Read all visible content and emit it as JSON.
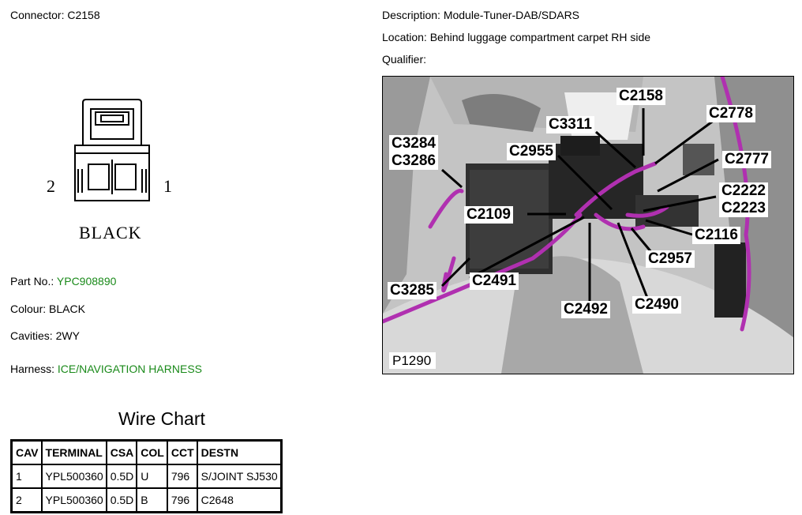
{
  "connector": {
    "label": "Connector:",
    "value": "C2158"
  },
  "drawing": {
    "pin_left": "2",
    "pin_right": "1",
    "color_label": "BLACK"
  },
  "part_no": {
    "label": "Part No.:",
    "value": "YPC908890"
  },
  "colour": {
    "label": "Colour:",
    "value": "BLACK"
  },
  "cavities": {
    "label": "Cavities:",
    "value": "2WY"
  },
  "harness": {
    "label": "Harness:",
    "value": "ICE/NAVIGATION HARNESS"
  },
  "description": {
    "label": "Description:",
    "value": "Module-Tuner-DAB/SDARS"
  },
  "location": {
    "label": "Location:",
    "value": "Behind luggage compartment carpet RH side"
  },
  "qualifier": {
    "label": "Qualifier:",
    "value": ""
  },
  "wire_chart": {
    "title": "Wire Chart",
    "headers": [
      "CAV",
      "TERMINAL",
      "CSA",
      "COL",
      "CCT",
      "DESTN"
    ],
    "rows": [
      [
        "1",
        "YPL500360",
        "0.5D",
        "U",
        "796",
        "S/JOINT SJ530"
      ],
      [
        "2",
        "YPL500360",
        "0.5D",
        "B",
        "796",
        "C2648"
      ]
    ]
  },
  "photo": {
    "id": "P1290",
    "callouts": [
      "C2158",
      "C2778",
      "C3311",
      "C2955",
      "C3284",
      "C3286",
      "C2777",
      "C2222",
      "C2223",
      "C2109",
      "C2116",
      "C2957",
      "C2491",
      "C3285",
      "C2490",
      "C2492"
    ],
    "harness_color": "#b030b0"
  }
}
